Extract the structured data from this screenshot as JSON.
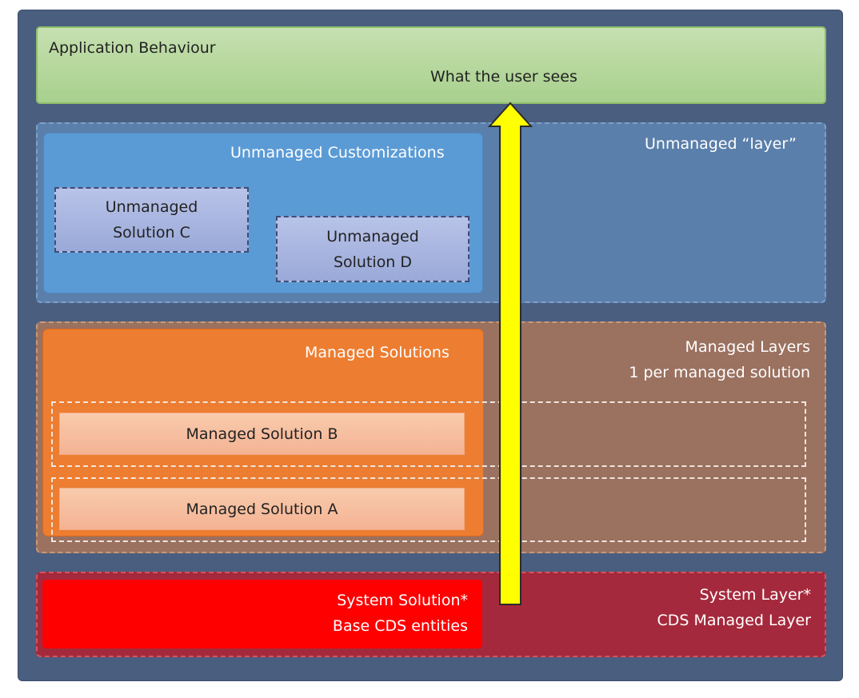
{
  "application": {
    "title": "Application Behaviour",
    "subtitle": "What the user sees"
  },
  "unmanaged": {
    "layer_label": "Unmanaged “layer”",
    "customizations_label": "Unmanaged Customizations",
    "solution_c": [
      "Unmanaged",
      "Solution C"
    ],
    "solution_d": [
      "Unmanaged",
      "Solution D"
    ]
  },
  "managed": {
    "layer_label": [
      "Managed Layers",
      "1 per managed solution"
    ],
    "solutions_label": "Managed Solutions",
    "solution_b": "Managed Solution B",
    "solution_a": "Managed Solution A"
  },
  "system": {
    "layer_label": [
      "System Layer*",
      "CDS Managed Layer"
    ],
    "solution_label": [
      "System Solution*",
      "Base CDS entities"
    ]
  },
  "colors": {
    "arrow": "#ffff00",
    "frame": "#4a5e80",
    "application": "#a8d08d",
    "unmanaged_layer": "#5b7fab",
    "unmanaged_customizations": "#5b9bd5",
    "managed_layer": "#9b7160",
    "managed_solutions": "#ed7d31",
    "system_layer": "#a5293c",
    "system_solution": "#ff0000"
  }
}
